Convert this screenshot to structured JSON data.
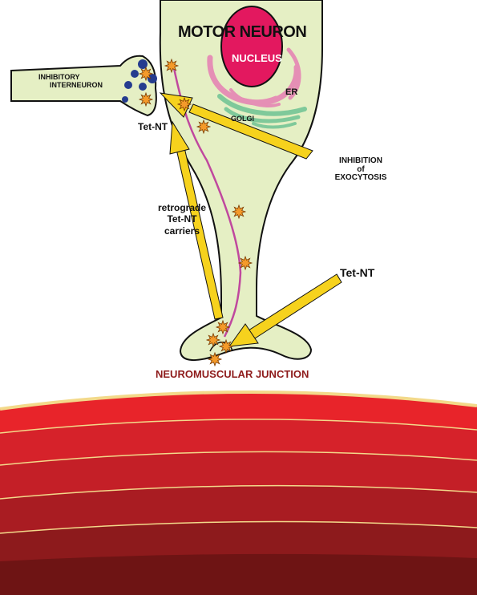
{
  "labels": {
    "motor_neuron": "MOTOR NEURON",
    "nucleus": "NUCLEUS",
    "er": "ER",
    "golgi": "GOLGI",
    "inhibitory_interneuron_line1": "INHIBITORY",
    "inhibitory_interneuron_line2": "INTERNEURON",
    "tet_nt_upper": "Tet-NT",
    "inhibition_line1": "INHIBITION",
    "inhibition_line2": "of",
    "inhibition_line3": "EXOCYTOSIS",
    "retrograde_line1": "retrograde",
    "retrograde_line2": "Tet-NT",
    "retrograde_line3": "carriers",
    "tet_nt_right": "Tet-NT",
    "junction": "NEUROMUSCULAR JUNCTION"
  },
  "colors": {
    "neuron_fill": "#e5efc4",
    "outline": "#111111",
    "nucleus": "#e3185f",
    "er": "#e58fb5",
    "golgi": "#7fc99a",
    "axon_track": "#c0489e",
    "arrow": "#f6d21d",
    "toxin": "#f49a2a",
    "vesicle": "#253c8f",
    "junction_text": "#8e1b1b",
    "muscle_bands": [
      "#e8242a",
      "#d6222a",
      "#c41f27",
      "#a91c22",
      "#8d1a1c",
      "#6e1414"
    ],
    "muscle_edge": "#f3d98a"
  },
  "icons": {
    "toxin": "tetanus-toxin-starburst-icon",
    "vesicle": "synaptic-vesicle-dot-icon"
  }
}
